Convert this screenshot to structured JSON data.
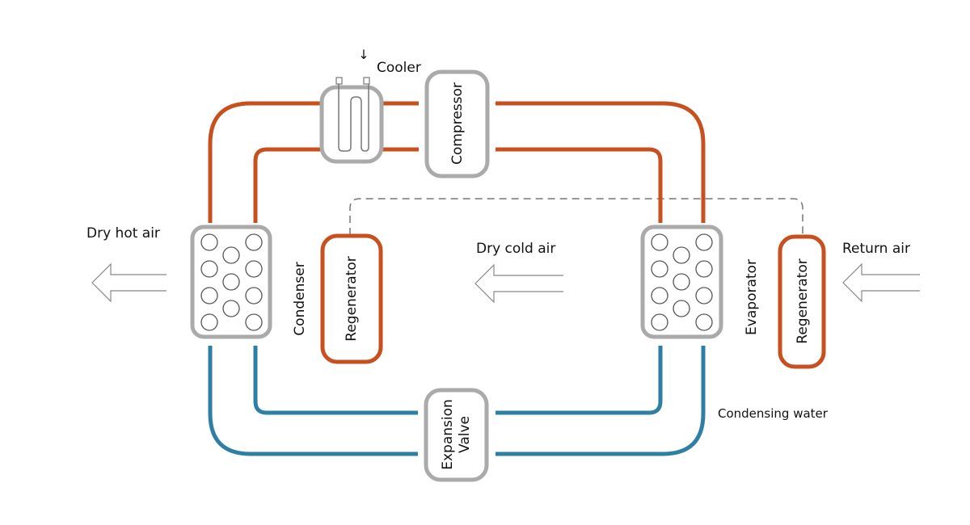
{
  "diagram": {
    "title": "Heat pump dryer refrigerant and air flow diagram",
    "colors": {
      "hot_pipe": "#c8501e",
      "cold_pipe": "#2e7fa6",
      "component_border": "#aaaaaa",
      "regenerator_border": "#c8501e",
      "dashed_line": "#777777",
      "arrow_stroke": "#888888",
      "text": "#111111"
    },
    "components": {
      "cooler": {
        "label": "Cooler",
        "inlet_arrow": "↓"
      },
      "compressor": {
        "label": "Compressor"
      },
      "condenser": {
        "label": "Condenser"
      },
      "evaporator": {
        "label": "Evaporator"
      },
      "regenerator_left": {
        "label": "Regenerator"
      },
      "regenerator_right": {
        "label": "Regenerator"
      },
      "expansion_valve": {
        "label_line1": "Expansion",
        "label_line2": "Valve"
      }
    },
    "airflows": {
      "dry_hot_air": "Dry hot air",
      "dry_cold_air": "Dry cold air",
      "return_air": "Return air"
    },
    "annotations": {
      "condensing_water": "Condensing water"
    },
    "heat_exchanger_tube_count": 11
  }
}
